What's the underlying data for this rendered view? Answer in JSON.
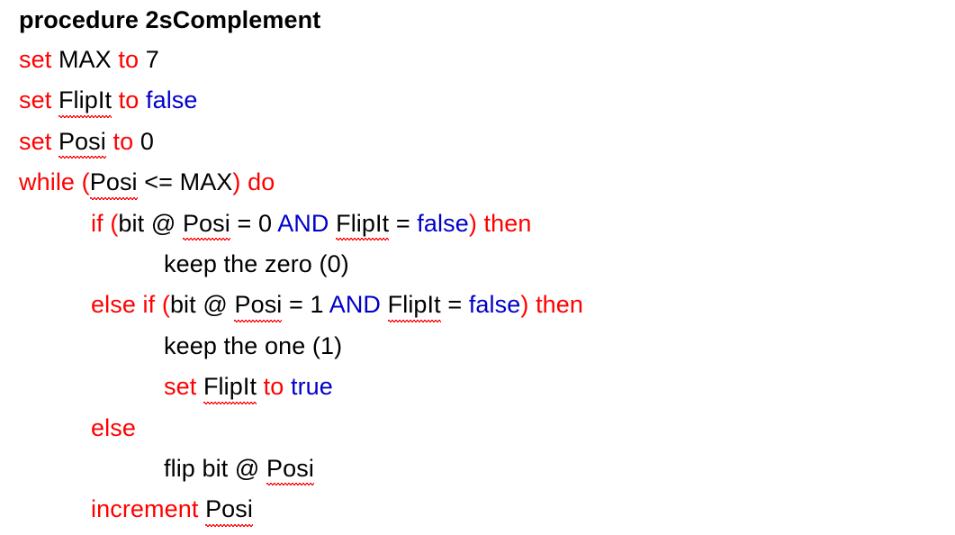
{
  "document": {
    "kind": "pseudocode-listing",
    "title": "procedure 2sComplement",
    "colors": {
      "keyword": "#FF0000",
      "literal": "#0000CC",
      "identifier": "#000000",
      "background": "#FFFFFF"
    },
    "lines": [
      {
        "id": "line-procedure-header",
        "indent": 0,
        "tokens": [
          {
            "text": "procedure 2sComplement",
            "style": "title"
          }
        ]
      },
      {
        "id": "line-set-max",
        "indent": 0,
        "tokens": [
          {
            "text": "set",
            "style": "keyword"
          },
          {
            "text": " ",
            "style": "plain"
          },
          {
            "text": "MAX",
            "style": "identifier"
          },
          {
            "text": " ",
            "style": "plain"
          },
          {
            "text": "to",
            "style": "keyword"
          },
          {
            "text": " ",
            "style": "plain"
          },
          {
            "text": "7",
            "style": "identifier"
          }
        ]
      },
      {
        "id": "line-set-flipit-false",
        "indent": 0,
        "tokens": [
          {
            "text": "set",
            "style": "keyword"
          },
          {
            "text": " ",
            "style": "plain"
          },
          {
            "text": "FlipIt",
            "style": "misspelled"
          },
          {
            "text": " ",
            "style": "plain"
          },
          {
            "text": "to",
            "style": "keyword"
          },
          {
            "text": " ",
            "style": "plain"
          },
          {
            "text": "false",
            "style": "literal"
          }
        ]
      },
      {
        "id": "line-set-posi-0",
        "indent": 0,
        "tokens": [
          {
            "text": "set",
            "style": "keyword"
          },
          {
            "text": " ",
            "style": "plain"
          },
          {
            "text": "Posi",
            "style": "misspelled"
          },
          {
            "text": " ",
            "style": "plain"
          },
          {
            "text": "to",
            "style": "keyword"
          },
          {
            "text": " ",
            "style": "plain"
          },
          {
            "text": "0",
            "style": "identifier"
          }
        ]
      },
      {
        "id": "line-while-loop",
        "indent": 0,
        "tokens": [
          {
            "text": "while",
            "style": "keyword"
          },
          {
            "text": " ",
            "style": "plain"
          },
          {
            "text": "(",
            "style": "keyword"
          },
          {
            "text": "Posi",
            "style": "misspelled"
          },
          {
            "text": " <= MAX",
            "style": "identifier"
          },
          {
            "text": ")",
            "style": "keyword"
          },
          {
            "text": " ",
            "style": "plain"
          },
          {
            "text": "do",
            "style": "keyword"
          }
        ]
      },
      {
        "id": "line-if-zero",
        "indent": 1,
        "tokens": [
          {
            "text": "if",
            "style": "keyword"
          },
          {
            "text": " ",
            "style": "plain"
          },
          {
            "text": "(",
            "style": "keyword"
          },
          {
            "text": "bit @ ",
            "style": "identifier"
          },
          {
            "text": "Posi",
            "style": "misspelled"
          },
          {
            "text": " = 0 ",
            "style": "identifier"
          },
          {
            "text": "AND",
            "style": "literal"
          },
          {
            "text": " ",
            "style": "plain"
          },
          {
            "text": "FlipIt",
            "style": "misspelled"
          },
          {
            "text": " = ",
            "style": "identifier"
          },
          {
            "text": "false",
            "style": "literal"
          },
          {
            "text": ")",
            "style": "keyword"
          },
          {
            "text": " ",
            "style": "plain"
          },
          {
            "text": "then",
            "style": "keyword"
          }
        ]
      },
      {
        "id": "line-keep-zero",
        "indent": 2,
        "tokens": [
          {
            "text": "keep the zero (0)",
            "style": "identifier"
          }
        ]
      },
      {
        "id": "line-else-if-one",
        "indent": 1,
        "tokens": [
          {
            "text": "else if",
            "style": "keyword"
          },
          {
            "text": " ",
            "style": "plain"
          },
          {
            "text": "(",
            "style": "keyword"
          },
          {
            "text": "bit @ ",
            "style": "identifier"
          },
          {
            "text": "Posi",
            "style": "misspelled"
          },
          {
            "text": " = 1 ",
            "style": "identifier"
          },
          {
            "text": "AND",
            "style": "literal"
          },
          {
            "text": " ",
            "style": "plain"
          },
          {
            "text": "FlipIt",
            "style": "misspelled"
          },
          {
            "text": " = ",
            "style": "identifier"
          },
          {
            "text": "false",
            "style": "literal"
          },
          {
            "text": ")",
            "style": "keyword"
          },
          {
            "text": " ",
            "style": "plain"
          },
          {
            "text": "then",
            "style": "keyword"
          }
        ]
      },
      {
        "id": "line-keep-one",
        "indent": 2,
        "tokens": [
          {
            "text": "keep the one (1)",
            "style": "identifier"
          }
        ]
      },
      {
        "id": "line-set-flipit-true",
        "indent": 2,
        "tokens": [
          {
            "text": "set",
            "style": "keyword"
          },
          {
            "text": " ",
            "style": "plain"
          },
          {
            "text": "FlipIt",
            "style": "misspelled"
          },
          {
            "text": " ",
            "style": "plain"
          },
          {
            "text": "to",
            "style": "keyword"
          },
          {
            "text": " ",
            "style": "plain"
          },
          {
            "text": "true",
            "style": "literal"
          }
        ]
      },
      {
        "id": "line-else",
        "indent": 1,
        "tokens": [
          {
            "text": "else",
            "style": "keyword"
          }
        ]
      },
      {
        "id": "line-flip-bit",
        "indent": 2,
        "tokens": [
          {
            "text": "flip bit @ ",
            "style": "identifier"
          },
          {
            "text": "Posi",
            "style": "misspelled"
          }
        ]
      },
      {
        "id": "line-increment-posi",
        "indent": 1,
        "tokens": [
          {
            "text": "increment",
            "style": "keyword"
          },
          {
            "text": " ",
            "style": "plain"
          },
          {
            "text": "Posi",
            "style": "misspelled"
          }
        ]
      }
    ]
  }
}
